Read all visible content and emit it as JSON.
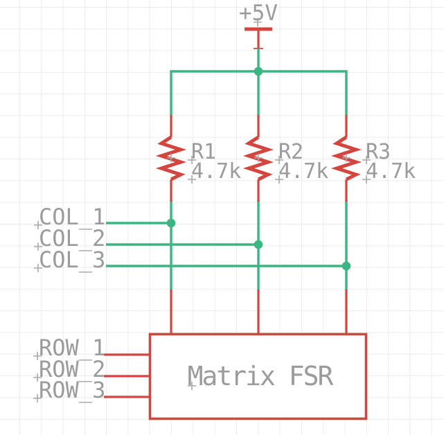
{
  "schematic": {
    "power_label": "+5V",
    "component_label": "Matrix FSR",
    "resistors": [
      {
        "ref": "R1",
        "value": "4.7k"
      },
      {
        "ref": "R2",
        "value": "4.7k"
      },
      {
        "ref": "R3",
        "value": "4.7k"
      }
    ],
    "col_nets": [
      "COL_1",
      "COL_2",
      "COL_3"
    ],
    "row_nets": [
      "ROW_1",
      "ROW_2",
      "ROW_3"
    ],
    "colors": {
      "net_green": "#3cb583",
      "symbol_red": "#d2463f",
      "label_gray": "#9b9b9b",
      "origin_cross_gray": "#a9a9a9",
      "grid_gray": "#ebebeb",
      "background": "#ffffff"
    }
  }
}
